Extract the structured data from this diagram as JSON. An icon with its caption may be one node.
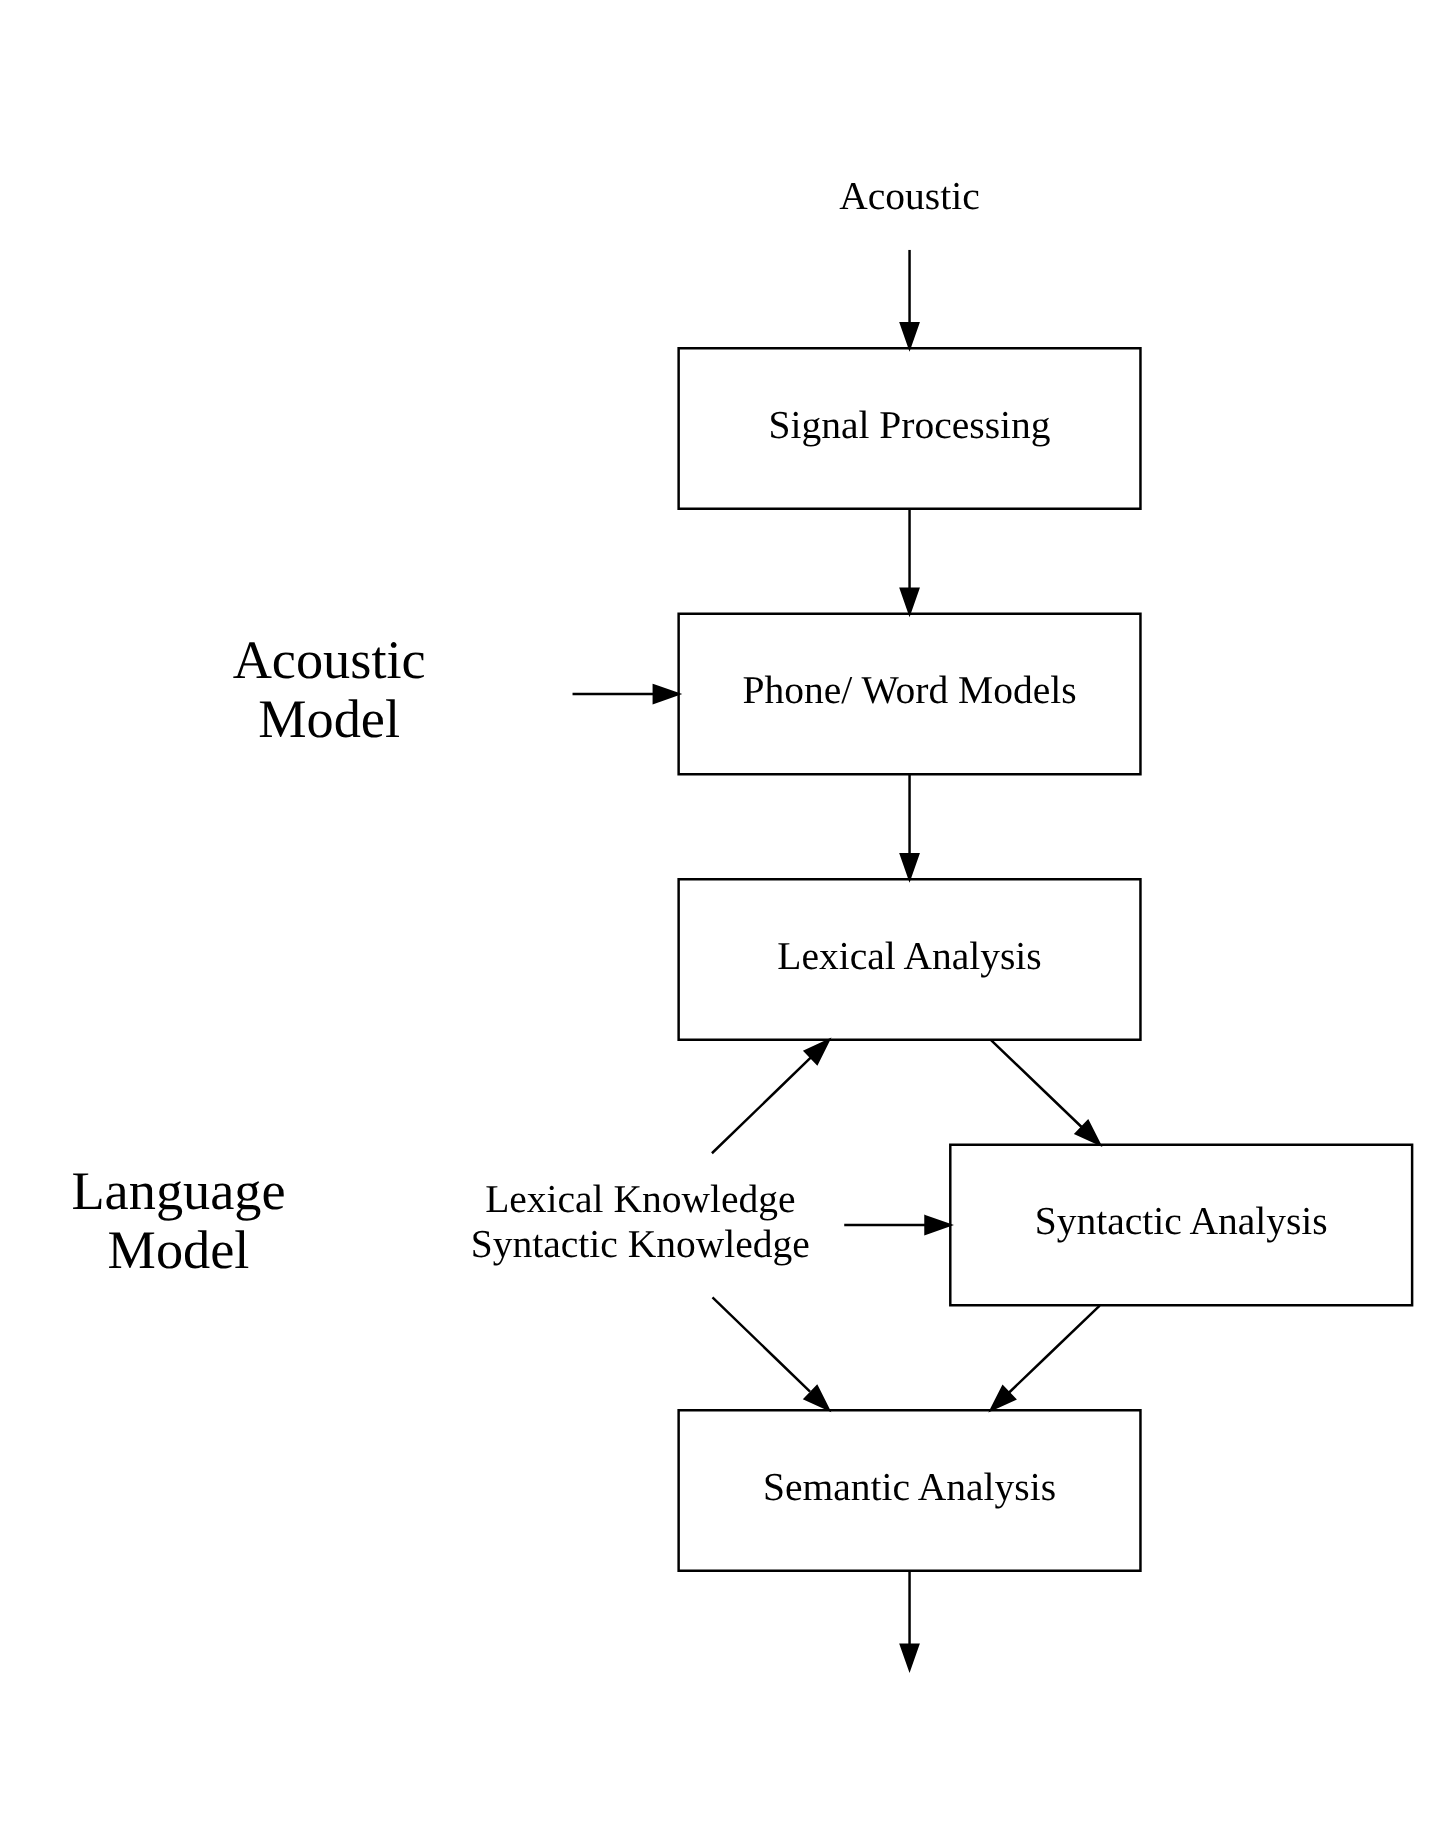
{
  "diagram": {
    "nodes": [
      {
        "text": [
          "Acoustic"
        ]
      },
      {
        "text": [
          "Signal Processing"
        ]
      },
      {
        "text": [
          "Phone/ Word Models"
        ]
      },
      {
        "text": [
          "Lexical Analysis"
        ]
      },
      {
        "text": [
          "Syntactic Analysis"
        ]
      },
      {
        "text": [
          "Semantic Analysis"
        ]
      },
      {
        "text": [
          "Lexical Knowledge",
          "Syntactic Knowledge"
        ]
      }
    ],
    "edges": [
      {
        "from": 0,
        "to": 1,
        "arrow": "to"
      },
      {
        "from": 1,
        "to": 2,
        "arrow": "to"
      },
      {
        "from": null,
        "to": 2,
        "arrow": "to"
      },
      {
        "from": 2,
        "to": 3,
        "arrow": "to"
      },
      {
        "from": 3,
        "to": 4,
        "arrow": "to"
      },
      {
        "from": 4,
        "to": 5,
        "arrow": "to"
      },
      {
        "from": 5,
        "to": null,
        "arrow": "to"
      },
      {
        "from": 6,
        "to": 3,
        "arrow": "to"
      },
      {
        "from": 6,
        "to": 4,
        "arrow": "to"
      },
      {
        "from": 6,
        "to": 5,
        "arrow": "to"
      }
    ],
    "labels": [
      "Acoustic Model",
      "Language Model"
    ]
  }
}
